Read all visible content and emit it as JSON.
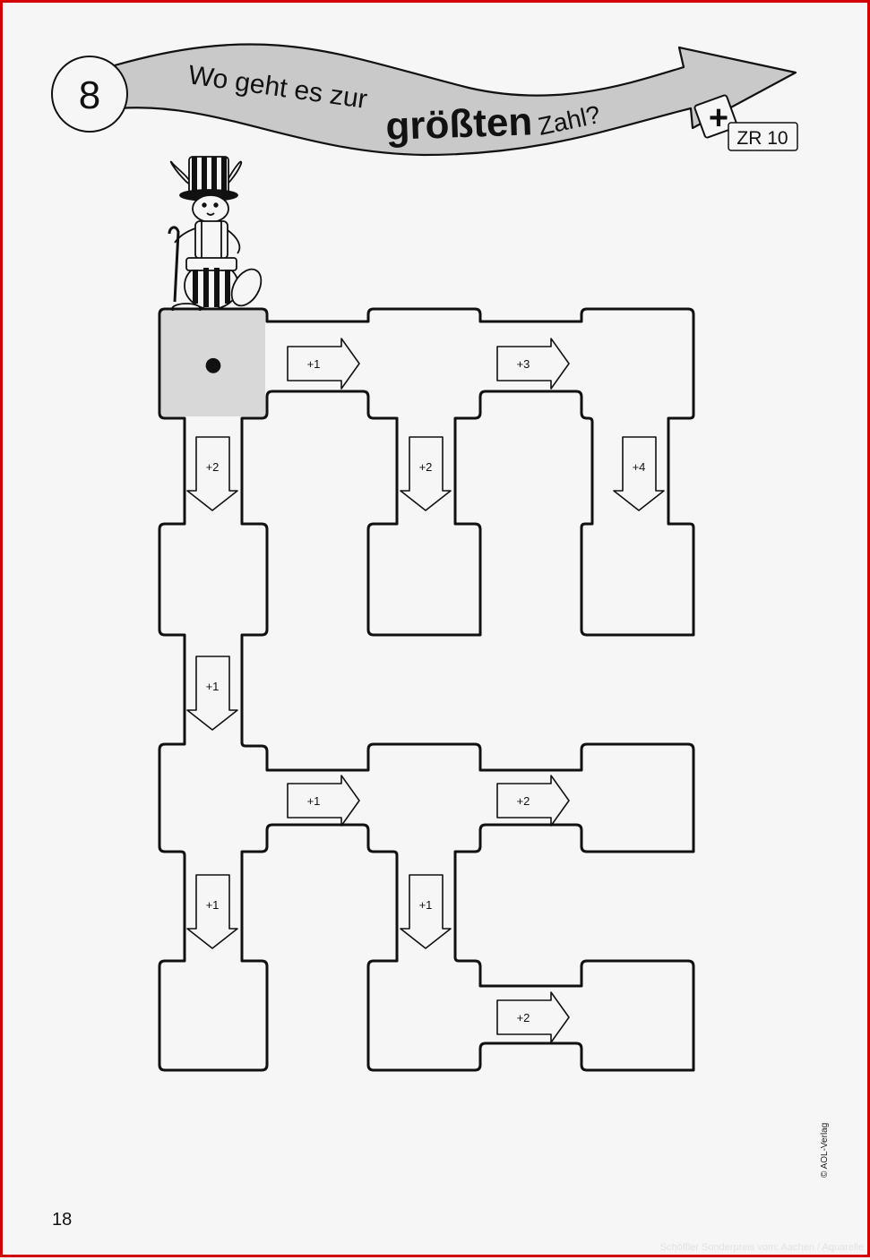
{
  "header": {
    "task_number": "8",
    "title_part1": "Wo geht es zur",
    "title_emphasis": "größten",
    "title_part2": "Zahl?",
    "badge_symbol": "+",
    "badge_label": "ZR 10"
  },
  "maze": {
    "start_marker": "●",
    "arrows": {
      "a1": "+1",
      "a2": "+3",
      "a3": "+2",
      "a4": "+2",
      "a5": "+4",
      "a6": "+1",
      "a7": "+1",
      "a8": "+2",
      "a9": "+1",
      "a10": "+1",
      "a11": "+2"
    }
  },
  "footer": {
    "page_number": "18",
    "copyright": "© AOL-Verlag",
    "watermark": "Schöffler Sonderpreis vom: Aachen / Aquarelle"
  }
}
